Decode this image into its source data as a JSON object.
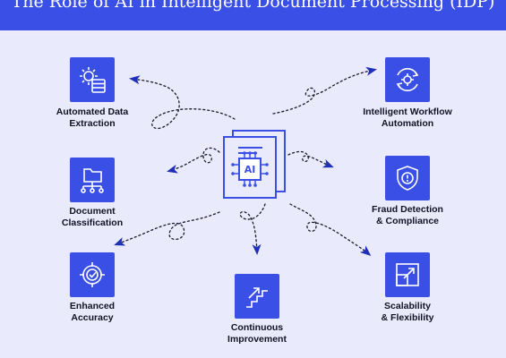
{
  "title": "The Role of AI in Intelligent Document Processing (IDP)",
  "center": {
    "label": "AI",
    "icon": "ai-document-icon"
  },
  "nodes": {
    "extraction": {
      "line1": "Automated Data",
      "line2": "Extraction",
      "icon": "gear-database-icon"
    },
    "workflow": {
      "line1": "Intelligent Workflow",
      "line2": "Automation",
      "icon": "cycle-gear-icon"
    },
    "classification": {
      "line1": "Document",
      "line2": "Classification",
      "icon": "folder-tree-icon"
    },
    "fraud": {
      "line1": "Fraud Detection",
      "line2": "& Compliance",
      "icon": "shield-alert-icon"
    },
    "accuracy": {
      "line1": "Enhanced",
      "line2": "Accuracy",
      "icon": "target-check-icon"
    },
    "improvement": {
      "line1": "Continuous",
      "line2": "Improvement",
      "icon": "stairs-arrow-icon"
    },
    "scalability": {
      "line1": "Scalability",
      "line2": "& Flexibility",
      "icon": "expand-arrow-icon"
    }
  },
  "colors": {
    "accent": "#3a4fe6",
    "background": "#e9ebfd",
    "text": "#111322",
    "arrowhead": "#1f2fb8"
  }
}
